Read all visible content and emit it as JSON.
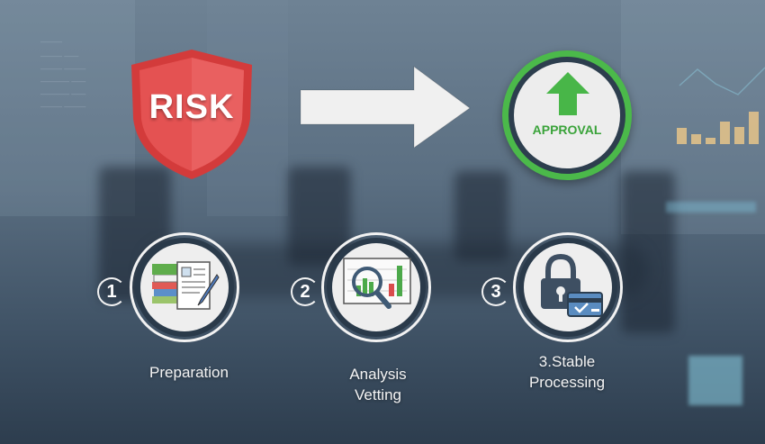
{
  "hero": {
    "risk_label": "RISK",
    "approval_label": "APPROVAL",
    "colors": {
      "risk_red": "#e04848",
      "approval_green": "#4bb94a",
      "arrow_white": "#f0f0f0"
    }
  },
  "steps": [
    {
      "number": "1",
      "label_line1": "Preparation",
      "label_line2": "",
      "icon": "books-document-pen-icon"
    },
    {
      "number": "2",
      "label_line1": "Analysis",
      "label_line2": "Vetting",
      "icon": "chart-magnifier-icon"
    },
    {
      "number": "3",
      "label_line1": "3.Stable",
      "label_line2": "Processing",
      "icon": "padlock-card-icon"
    }
  ],
  "background": {
    "bar_chart_values": [
      30,
      18,
      12,
      42,
      32,
      60
    ]
  }
}
